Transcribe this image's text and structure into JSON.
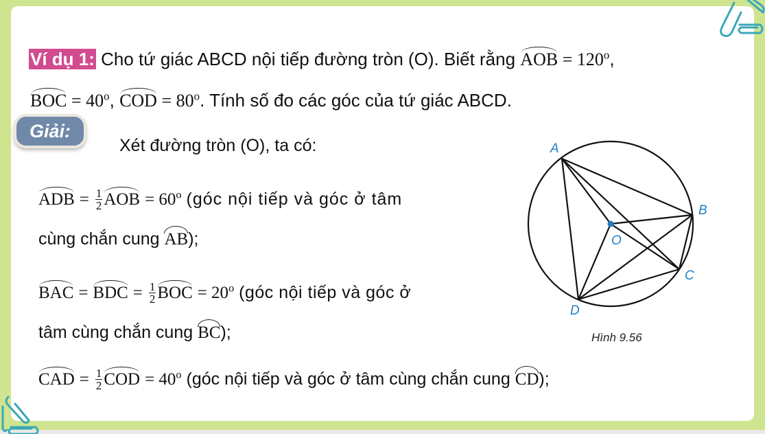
{
  "example": {
    "label": "Ví dụ 1:",
    "line1_text": "Cho tứ giác ABCD nội tiếp đường tròn (O). Biết rằng",
    "line1_angle": "AOB",
    "line1_value": "= 120",
    "line1_tail": ",",
    "line2_angle1": "BOC",
    "line2_value1": "= 40",
    "line2_sep": ",",
    "line2_angle2": "COD",
    "line2_value2": "= 80",
    "line2_text": ". Tính số đo các góc của tứ giác ABCD.",
    "degree": "o"
  },
  "solution": {
    "badge": "Giải:",
    "intro": "Xét đường tròn (O), ta có:",
    "step1": {
      "angle": "ADB",
      "eq": "=",
      "frac_num": "1",
      "frac_den": "2",
      "angle2": "AOB",
      "value": "= 60",
      "reason": "(góc nội tiếp và góc ở tâm",
      "reason2": "cùng chắn cung",
      "arc": "AB",
      "end": ");"
    },
    "step2": {
      "angle": "BAC",
      "eq1": "=",
      "angle_b": "BDC",
      "eq2": "=",
      "frac_num": "1",
      "frac_den": "2",
      "angle2": "BOC",
      "value": "= 20",
      "reason": "(góc nội tiếp và góc ở",
      "reason2": "tâm cùng chắn cung",
      "arc": "BC",
      "end": ");"
    },
    "step3": {
      "angle": "CAD",
      "eq": "=",
      "frac_num": "1",
      "frac_den": "2",
      "angle2": "COD",
      "value": "= 40",
      "reason": "(góc nội tiếp và góc ở tâm cùng chắn cung",
      "arc": "CD",
      "end": ");"
    }
  },
  "figure": {
    "labels": {
      "A": "A",
      "B": "B",
      "C": "C",
      "D": "D",
      "O": "O"
    },
    "caption": "Hình 9.56",
    "label_color": "#1f7fc4"
  },
  "colors": {
    "background": "#cfe48f",
    "card": "#ffffff",
    "label_bg": "#d14b8f",
    "badge_bg": "#7089a8",
    "clip": "#3aa8b8"
  }
}
